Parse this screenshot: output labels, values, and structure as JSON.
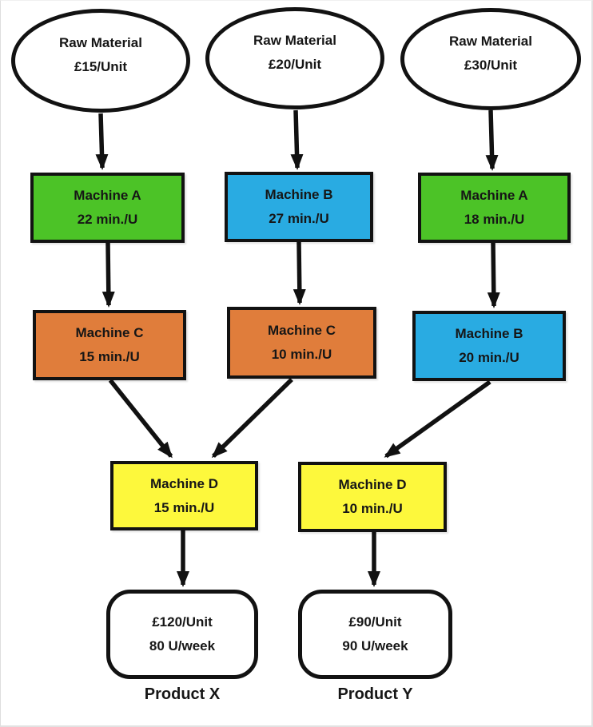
{
  "colors": {
    "green": "#4cc327",
    "blue": "#29abe2",
    "orange": "#e07d3b",
    "yellow": "#fdf83c",
    "outline": "#121212",
    "background": "#ffffff"
  },
  "nodes": {
    "raw1": {
      "line1": "Raw Material",
      "line2": "£15/Unit"
    },
    "raw2": {
      "line1": "Raw Material",
      "line2": "£20/Unit"
    },
    "raw3": {
      "line1": "Raw Material",
      "line2": "£30/Unit"
    },
    "machineA1": {
      "line1": "Machine A",
      "line2": "22 min./U",
      "color": "green"
    },
    "machineB1": {
      "line1": "Machine B",
      "line2": "27 min./U",
      "color": "blue"
    },
    "machineA2": {
      "line1": "Machine A",
      "line2": "18 min./U",
      "color": "green"
    },
    "machineC1": {
      "line1": "Machine C",
      "line2": "15 min./U",
      "color": "orange"
    },
    "machineC2": {
      "line1": "Machine C",
      "line2": "10 min./U",
      "color": "orange"
    },
    "machineB2": {
      "line1": "Machine B",
      "line2": "20 min./U",
      "color": "blue"
    },
    "machineD1": {
      "line1": "Machine D",
      "line2": "15 min./U",
      "color": "yellow"
    },
    "machineD2": {
      "line1": "Machine D",
      "line2": "10 min./U",
      "color": "yellow"
    },
    "productX": {
      "line1": "£120/Unit",
      "line2": "80 U/week",
      "label": "Product X"
    },
    "productY": {
      "line1": "£90/Unit",
      "line2": "90 U/week",
      "label": "Product Y"
    }
  },
  "edges": [
    {
      "from": "raw1",
      "to": "machineA1"
    },
    {
      "from": "raw2",
      "to": "machineB1"
    },
    {
      "from": "raw3",
      "to": "machineA2"
    },
    {
      "from": "machineA1",
      "to": "machineC1"
    },
    {
      "from": "machineB1",
      "to": "machineC2"
    },
    {
      "from": "machineA2",
      "to": "machineB2"
    },
    {
      "from": "machineC1",
      "to": "machineD1"
    },
    {
      "from": "machineC2",
      "to": "machineD1"
    },
    {
      "from": "machineB2",
      "to": "machineD2"
    },
    {
      "from": "machineD1",
      "to": "productX"
    },
    {
      "from": "machineD2",
      "to": "productY"
    }
  ]
}
